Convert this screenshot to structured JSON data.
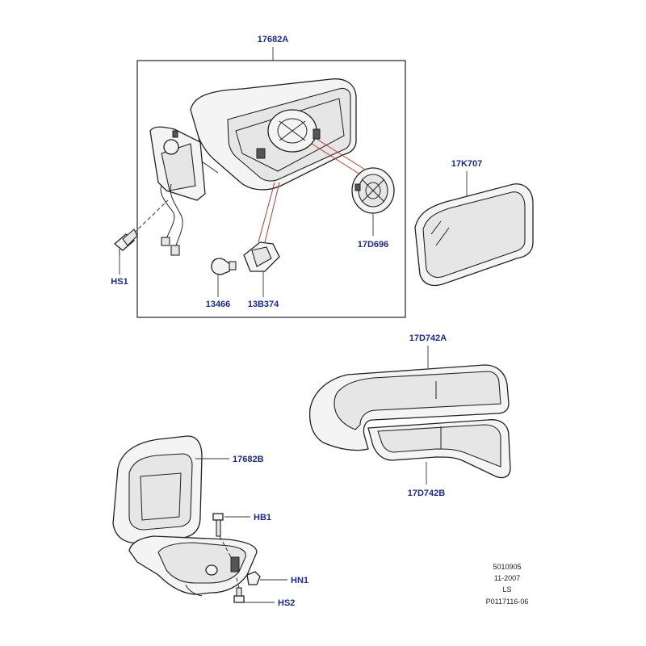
{
  "labels": {
    "assy_main": "17682A",
    "glass": "17K707",
    "motor": "17D696",
    "screw_hs1": "HS1",
    "bulb": "13466",
    "lamp": "13B374",
    "cover_outer": "17D742A",
    "cover_inner": "17D742B",
    "bracket_cover": "17682B",
    "bolt_hb1": "HB1",
    "nut_hn1": "HN1",
    "screw_hs2": "HS2"
  },
  "meta": {
    "line1": "5010905",
    "line2": "11-2007",
    "line3": "LS",
    "line4": "P0117116-06"
  },
  "colors": {
    "label": "#1a2a8c",
    "callout_line": "#c0392b",
    "outline": "#222222"
  }
}
